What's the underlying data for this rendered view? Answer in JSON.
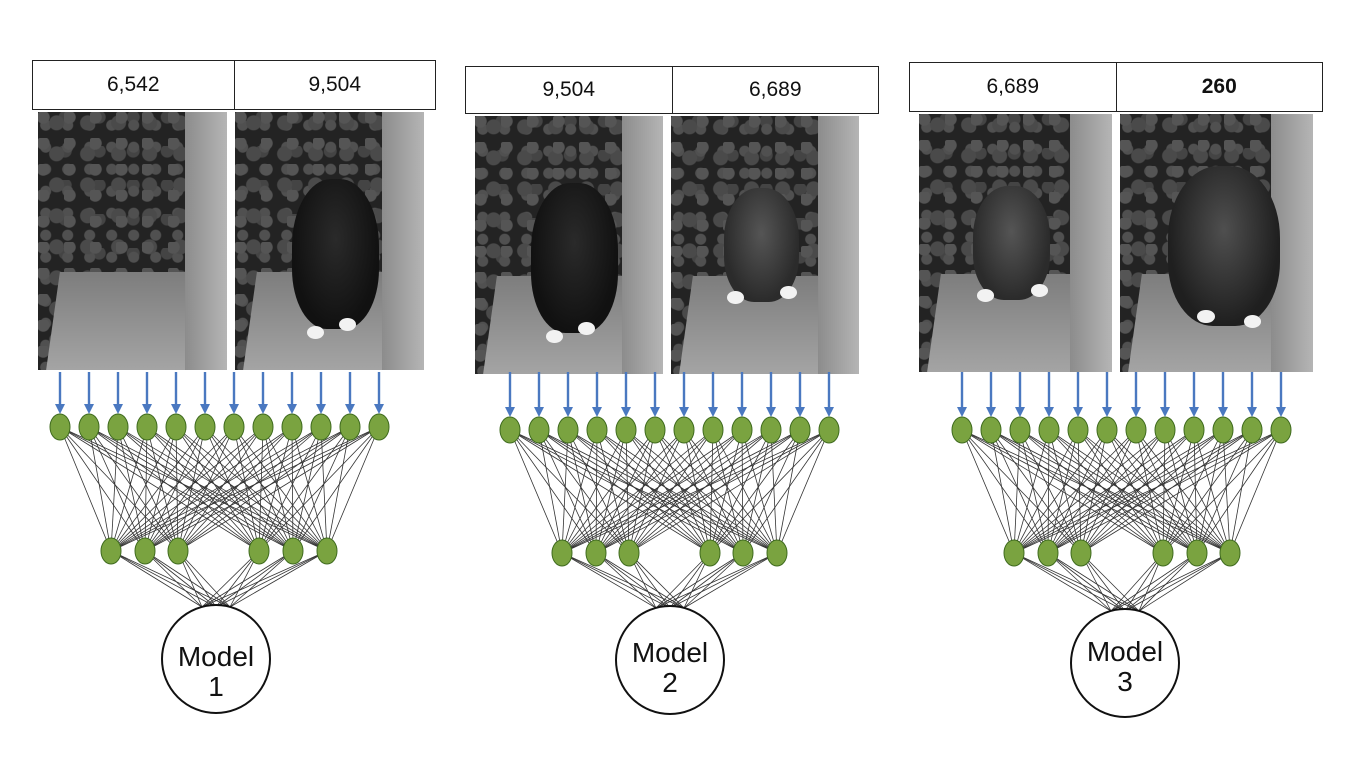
{
  "panels": [
    {
      "left_value": "6,542",
      "right_value": "9,504",
      "right_bold": false,
      "model_word": "Model",
      "model_number": "1"
    },
    {
      "left_value": "9,504",
      "right_value": "6,689",
      "right_bold": false,
      "model_word": "Model",
      "model_number": "2"
    },
    {
      "left_value": "6,689",
      "right_value": "260",
      "right_bold": true,
      "model_word": "Model",
      "model_number": "3"
    }
  ],
  "colors": {
    "node_fill": "#7aa340",
    "node_stroke": "#3f6b1e",
    "arrow": "#4a78c0",
    "edge": "#333333"
  },
  "network": {
    "input_nodes": 12,
    "hidden_nodes": 6
  }
}
